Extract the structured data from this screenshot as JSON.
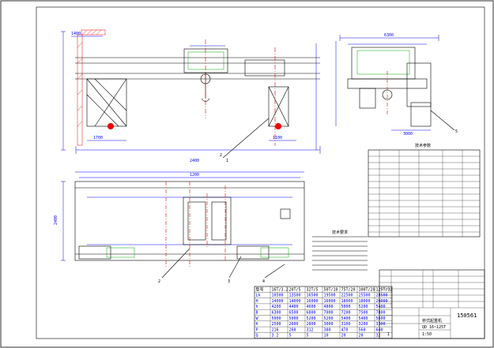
{
  "drawing": {
    "number": "150561",
    "frame_color": "#000000",
    "line_colors": {
      "structure": "#000000",
      "dimension": "#0000ff",
      "center": "#ee0000",
      "green": "#00aa00",
      "magenta": "#cc00cc"
    }
  },
  "callouts": {
    "front_view_1": "1",
    "front_view_2": "2",
    "plan_view_2": "2",
    "plan_view_3": "3",
    "plan_view_4": "4",
    "side_view_5": "5"
  },
  "dimensions": {
    "front_top_left": "1400",
    "front_span": "2400",
    "front_bottom_a": "1700",
    "front_bottom_b": "1100",
    "side_top": "6300",
    "side_bottom": "3000",
    "trolley_a": "1200",
    "trolley_b": "2400"
  },
  "table_headers": {
    "param_title": "技术参数",
    "notes_title": "技术要求"
  },
  "bottom_table": {
    "headers": [
      "型号",
      "16T/3.2",
      "20T/5",
      "32T/5",
      "50T/10",
      "75T/20",
      "100T/20",
      "125T/32"
    ],
    "rows": [
      [
        "Lk",
        "10500",
        "13500",
        "16500",
        "19500",
        "22500",
        "25500",
        "28500"
      ],
      [
        "H",
        "14000",
        "14000",
        "16000",
        "16000",
        "18000",
        "18000",
        "20000"
      ],
      [
        "h",
        "4200",
        "4400",
        "4600",
        "4800",
        "5000",
        "5200",
        "5400"
      ],
      [
        "B",
        "6300",
        "6500",
        "6800",
        "7000",
        "7200",
        "7500",
        "7800"
      ],
      [
        "W",
        "5000",
        "5000",
        "5200",
        "5200",
        "5400",
        "5400",
        "5600"
      ],
      [
        "K",
        "2500",
        "2600",
        "2800",
        "3000",
        "3100",
        "3200",
        "3300"
      ],
      [
        "P",
        "216",
        "260",
        "312",
        "380",
        "470",
        "560",
        "640"
      ],
      [
        "Q",
        "3.2",
        "5",
        "5",
        "10",
        "20",
        "20",
        "32"
      ]
    ]
  },
  "title_block": {
    "name": "桥式起重机",
    "spec": "QD 16~125T",
    "scale": "1:50",
    "sheet": "1"
  }
}
